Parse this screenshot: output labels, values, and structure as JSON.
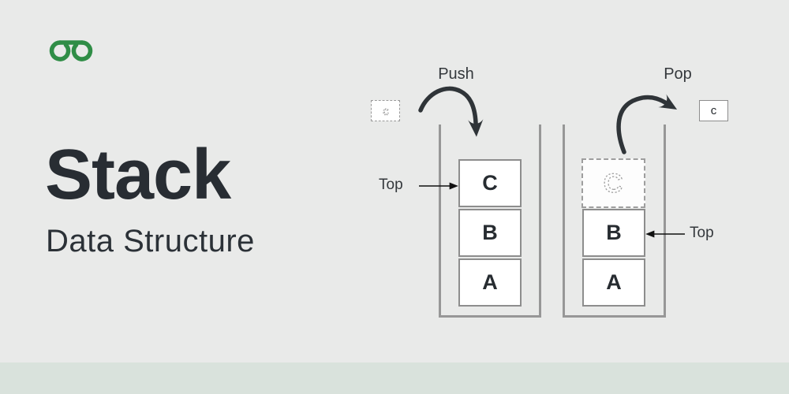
{
  "title": {
    "main": "Stack",
    "subtitle": "Data Structure"
  },
  "brand": {
    "logo": "geeksforgeeks-logo",
    "green": "#2f8d46"
  },
  "colors": {
    "background": "#e9eae9",
    "footer_strip": "#d9e2dc",
    "ink_dark": "#282d33",
    "label_gray": "#34383c",
    "wall_gray": "#979797",
    "box_border_gray": "#8d8d8d",
    "ghost_gray": "#9e9e9e",
    "arrow_dark": "#2f3438"
  },
  "push_diagram": {
    "label": "Push",
    "incoming_item": "c",
    "top_label": "Top",
    "stack": [
      {
        "label": "C"
      },
      {
        "label": "B"
      },
      {
        "label": "A"
      }
    ]
  },
  "pop_diagram": {
    "label": "Pop",
    "popped_item": "c",
    "ghost_item": "C",
    "top_label": "Top",
    "stack": [
      {
        "label": "B"
      },
      {
        "label": "A"
      }
    ]
  }
}
